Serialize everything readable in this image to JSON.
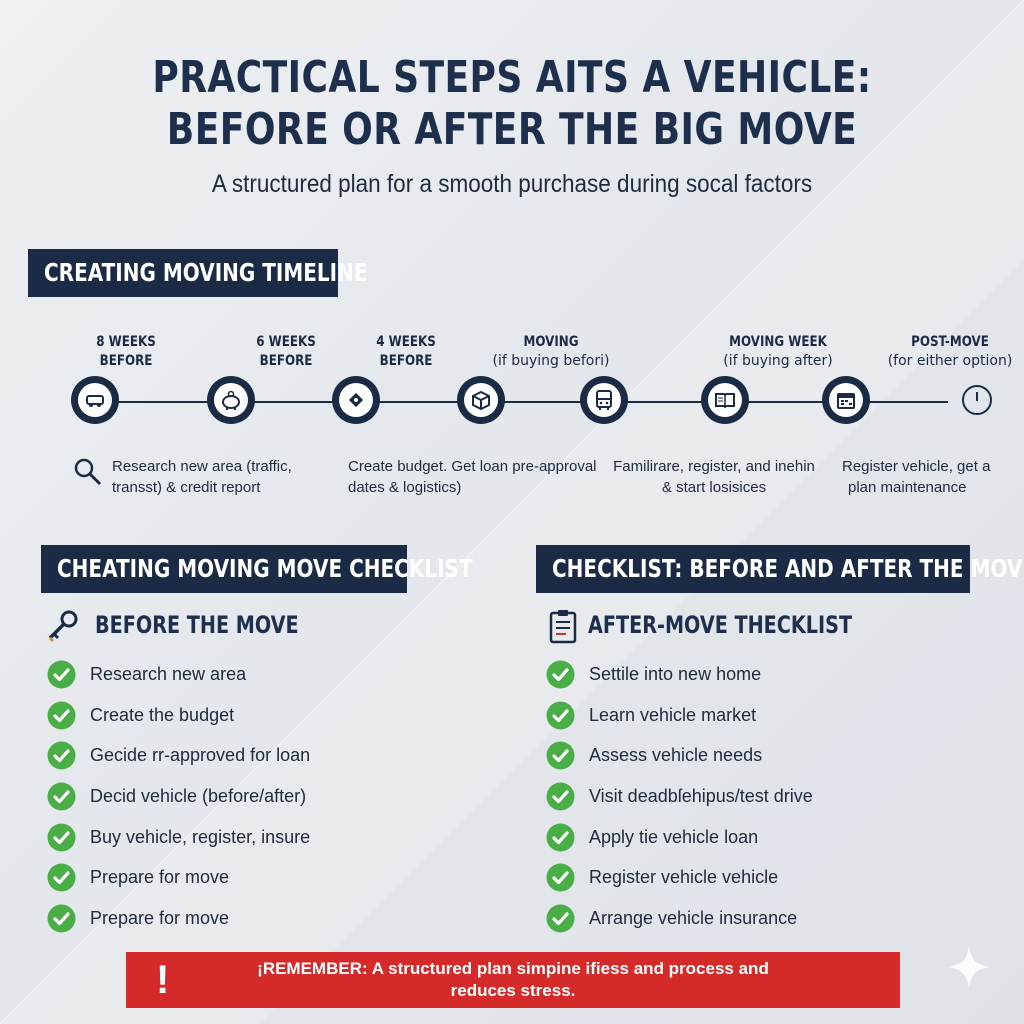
{
  "title_line1": "PRACTICAL STEPS AITS A VEHICLE:",
  "title_line2": "BEFORE OR AFTER THE BIG MOVE",
  "subtitle": "A structured plan for a smooth purchase during socal factors",
  "timeline_section": {
    "heading": "CREATING MOVING TIMELINE"
  },
  "timeline": [
    {
      "label": "8 WEEKS BEFORE",
      "label_l1": "8 WEEKS",
      "label_l2": "BEFORE",
      "sub": "",
      "icon": "car-icon"
    },
    {
      "label": "6 WEEKS BEFORE",
      "label_l1": "6 WEEKS",
      "label_l2": "BEFORE",
      "sub": "",
      "icon": "piggy-bank-icon"
    },
    {
      "label": "4 WEEKS BEFORE",
      "label_l1": "4 WEEKS",
      "label_l2": "BEFORE",
      "sub": "",
      "icon": "tag-icon"
    },
    {
      "label": "MOVING",
      "label_l1": "MOVING",
      "label_l2": "",
      "sub": "(if buying befori)",
      "icon": "box-icon"
    },
    {
      "label": "",
      "label_l1": "",
      "label_l2": "",
      "sub": "",
      "icon": "bus-icon"
    },
    {
      "label": "MOVING WEEK",
      "label_l1": "MOVING WEEK",
      "label_l2": "",
      "sub": "(if buying after)",
      "icon": "book-icon"
    },
    {
      "label": "",
      "label_l1": "",
      "label_l2": "",
      "sub": "",
      "icon": "calendar-icon"
    },
    {
      "label": "POST-MOVE",
      "label_l1": "POST-MOVE",
      "label_l2": "",
      "sub": "(for either option)",
      "icon": "clock-icon"
    }
  ],
  "timeline_descriptions": [
    {
      "l1": "Research new area (traffic,",
      "l2": "transst) & credit report"
    },
    {
      "l1": "Create budget. Get loan pre-approval",
      "l2": "dates & logistics)"
    },
    {
      "l1": "Familirare, register, and inehin",
      "l2": "& start losisices"
    },
    {
      "l1": "Register vehicle, get a",
      "l2": "plan maintenance"
    }
  ],
  "left_section": {
    "heading": "CHEATING MOVING MOVE CHECKLIST",
    "subheading": "BEFORE THE MOVE",
    "icon": "key-icon",
    "items": [
      "Research new area",
      "Create the budget",
      "Gecide rr-approved for loan",
      "Decid vehicle (before/after)",
      "Buy vehicle, register, insure",
      "Prepare for move",
      "Prepare for move"
    ]
  },
  "right_section": {
    "heading": "CHECKLIST: BEFORE AND AFTER THE MOVE",
    "subheading": "AFTER-MOVE THECKLIST",
    "icon": "clipboard-icon",
    "items": [
      "Settile into new home",
      "Learn vehicle market",
      "Assess vehicle needs",
      "Visit deadbſehipus/test drive",
      "Apply tie vehicle loan",
      "Register vehicle vehicle",
      "Arrange vehicle insurance"
    ]
  },
  "banner": {
    "icon": "exclamation-icon",
    "mark": "!",
    "line1": "¡REMEMBER: A structured plan simpine  ifiess and process and",
    "line2": "reduces stress."
  },
  "colors": {
    "navy": "#1b2b45",
    "check_green": "#4aae47",
    "banner_red": "#d42a2a",
    "background": "#e8eaee"
  }
}
